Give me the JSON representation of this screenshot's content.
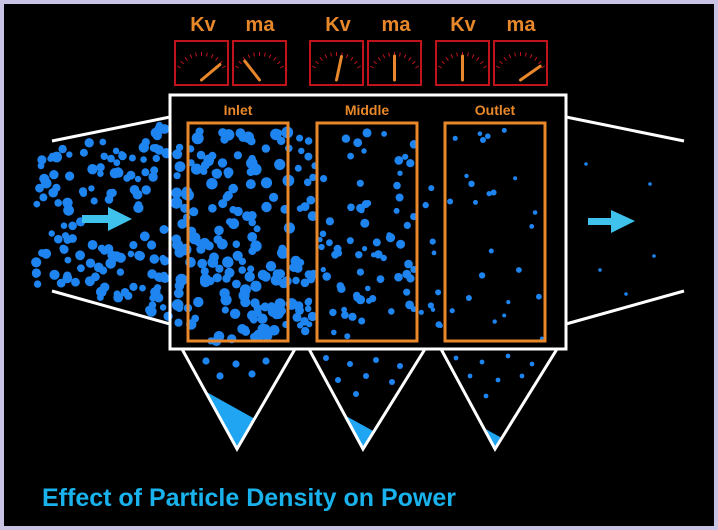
{
  "caption": "Effect of Particle Density on Power",
  "sections": [
    {
      "label": "Inlet",
      "kv_label": "Kv",
      "ma_label": "ma",
      "kv_needle_deg": 50,
      "ma_needle_deg": -38,
      "hopper_fill": 0.55
    },
    {
      "label": "Middle",
      "kv_label": "Kv",
      "ma_label": "ma",
      "kv_needle_deg": 12,
      "ma_needle_deg": 0,
      "hopper_fill": 0.32
    },
    {
      "label": "Outlet",
      "kv_label": "Kv",
      "ma_label": "ma",
      "kv_needle_deg": 0,
      "ma_needle_deg": 55,
      "hopper_fill": 0.2
    }
  ],
  "colors": {
    "background": "#000000",
    "frame": "#c9c3e4",
    "accent_orange": "#e8882a",
    "meter_red": "#c0131c",
    "particle_blue": "#1e84f0",
    "hopper_blue": "#1fa5f2",
    "arrow_cyan": "#3fc3ec",
    "caption_blue": "#19b2ec",
    "duct_white": "#ffffff"
  },
  "icons": {
    "gas_in": "arrow-right-icon",
    "gas_out": "arrow-right-icon",
    "meter": "analog-gauge-icon"
  }
}
